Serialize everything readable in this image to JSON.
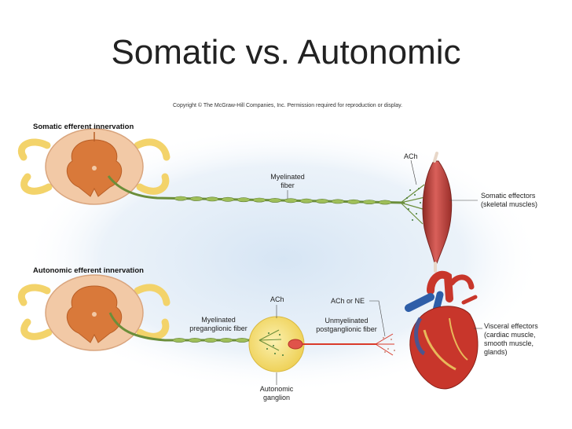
{
  "title": "Somatic vs. Autonomic",
  "copyright": "Copyright © The McGraw-Hill Companies, Inc. Permission required for reproduction or display.",
  "somatic": {
    "heading": "Somatic efferent innervation",
    "fiber_label_line1": "Myelinated",
    "fiber_label_line2": "fiber",
    "transmitter": "ACh",
    "effector_line1": "Somatic effectors",
    "effector_line2": "(skeletal muscles)"
  },
  "autonomic": {
    "heading": "Autonomic efferent innervation",
    "pre_label_line1": "Myelinated",
    "pre_label_line2": "preganglionic fiber",
    "ganglion_transmitter": "ACh",
    "post_transmitter": "ACh or NE",
    "post_label_line1": "Unmyelinated",
    "post_label_line2": "postganglionic fiber",
    "ganglion_line1": "Autonomic",
    "ganglion_line2": "ganglion",
    "effector_line1": "Visceral effectors",
    "effector_line2": "(cardiac muscle,",
    "effector_line3": "smooth muscle,",
    "effector_line4": "glands)"
  },
  "colors": {
    "background_glow": "#dbe8f5",
    "spinal_outer": "#f2c9a6",
    "spinal_gray": "#d9793a",
    "nerve_yellow": "#f3d36a",
    "fiber_green": "#6b8e3a",
    "fiber_red": "#d93a2a",
    "muscle_red": "#c2413a",
    "ganglion_yellow": "#f7e27a",
    "heart_red": "#c8362b",
    "heart_blue": "#2e5ea8"
  }
}
